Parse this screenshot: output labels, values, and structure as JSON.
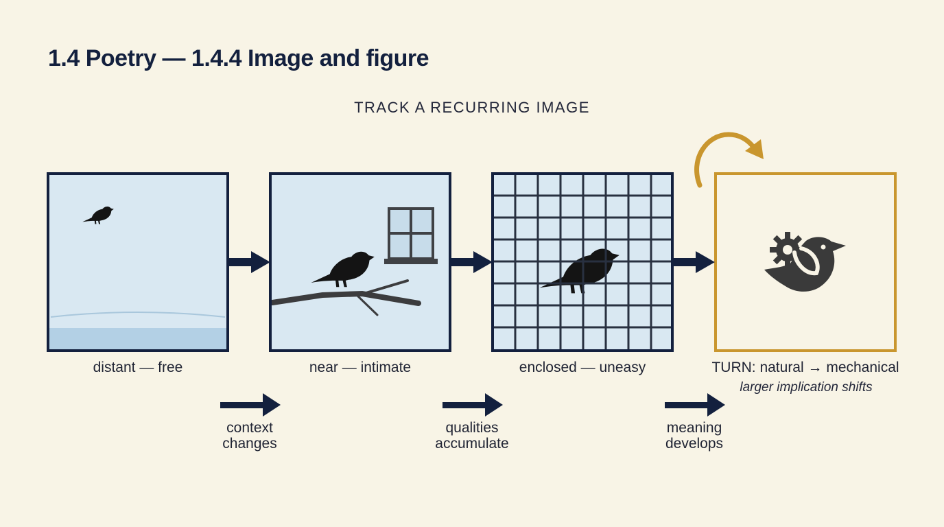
{
  "header": {
    "title": "1.4 Poetry — 1.4.4 Image and figure",
    "subtitle": "TRACK A RECURRING IMAGE"
  },
  "panels": [
    {
      "caption": "distant — free"
    },
    {
      "caption": "near — intimate"
    },
    {
      "caption": "enclosed — uneasy"
    },
    {
      "caption": "TURN: natural → mechanical",
      "sub_caption": "larger implication shifts"
    }
  ],
  "steps": [
    {
      "line1": "context",
      "line2": "changes"
    },
    {
      "line1": "qualities",
      "line2": "accumulate"
    },
    {
      "line1": "meaning",
      "line2": "develops"
    }
  ],
  "colors": {
    "navy": "#13203e",
    "panel_fill": "#d9e8f2",
    "gold": "#c9962e",
    "bird": "#141414"
  }
}
